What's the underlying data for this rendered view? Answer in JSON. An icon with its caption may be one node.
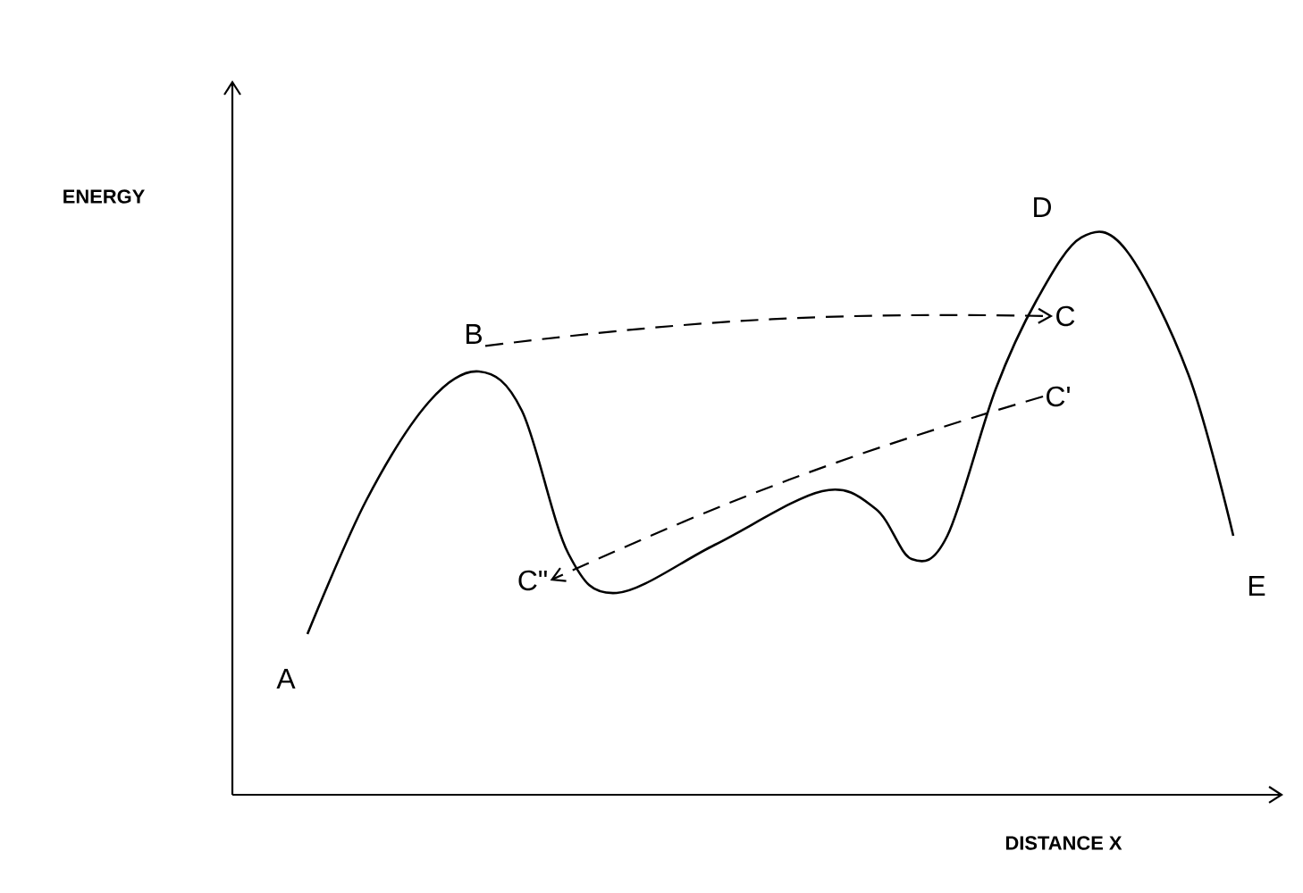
{
  "diagram": {
    "nodes": [
      {
        "text": [
          "B"
        ]
      },
      {
        "text": [
          "C"
        ]
      },
      {
        "text": [
          "C'"
        ]
      },
      {
        "text": [
          "C\""
        ]
      }
    ],
    "edges": [
      {
        "from": 0,
        "to": 1,
        "arrow": "to",
        "style": "dashed"
      },
      {
        "from": 2,
        "to": 3,
        "arrow": "to",
        "style": "dashed"
      }
    ],
    "labels": [
      "ENERGY",
      "D",
      "A",
      "E",
      "DISTANCE X"
    ]
  }
}
